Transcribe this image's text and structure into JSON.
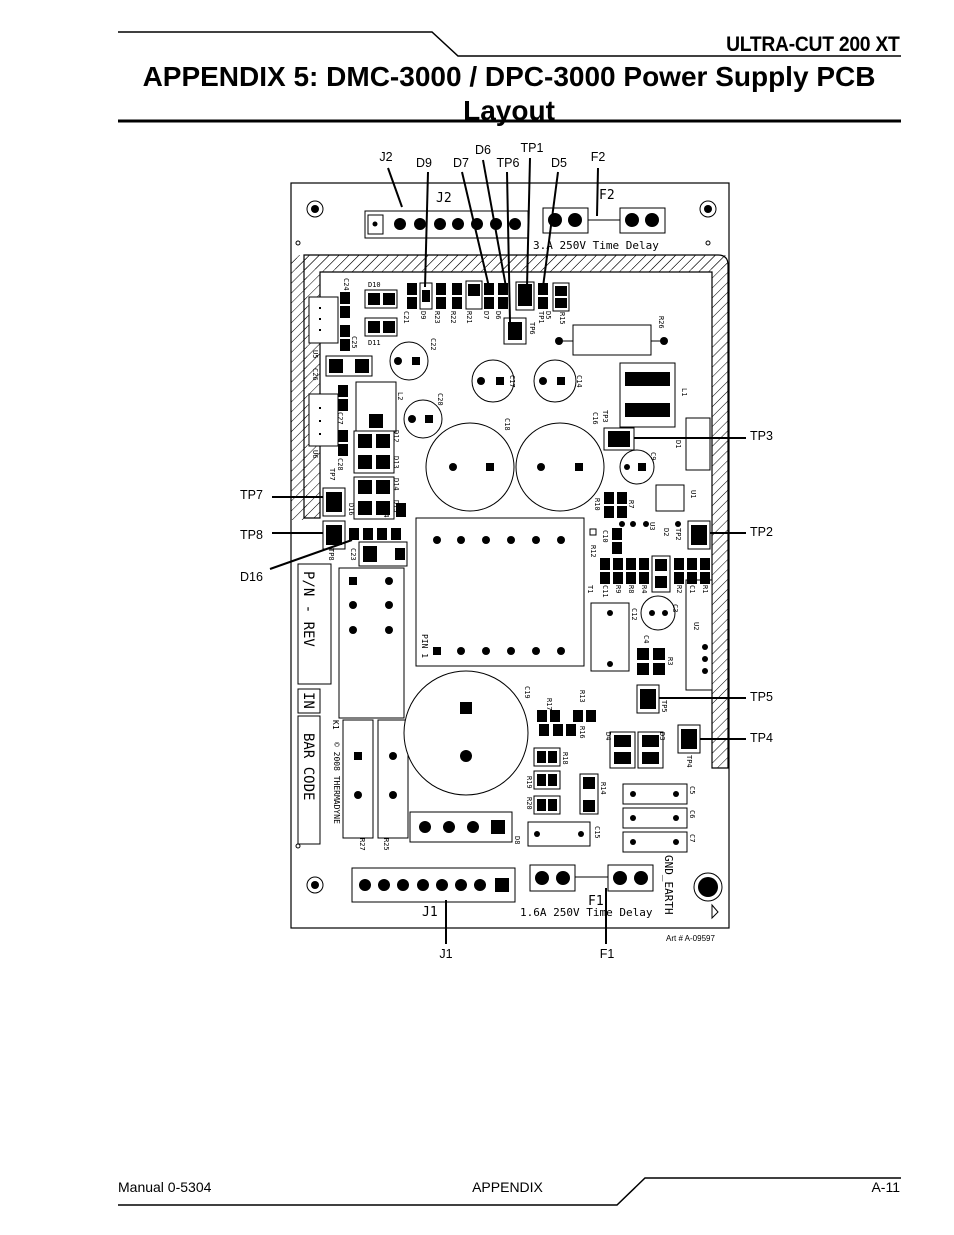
{
  "header": {
    "product": "ULTRA-CUT 200 XT",
    "title": "APPENDIX  5: DMC-3000 / DPC-3000 Power Supply PCB Layout"
  },
  "callouts": {
    "J2": "J2",
    "D9": "D9",
    "D7": "D7",
    "D6": "D6",
    "TP6": "TP6",
    "TP1": "TP1",
    "D5": "D5",
    "F2": "F2",
    "TP3": "TP3",
    "TP7": "TP7",
    "TP2": "TP2",
    "TP8": "TP8",
    "D16": "D16",
    "TP5": "TP5",
    "TP4": "TP4",
    "J1": "J1",
    "F1": "F1"
  },
  "board": {
    "j2_silk": "J2",
    "f2_silk": "F2",
    "fuse2_rating": "3.A  250V  Time  Delay",
    "j1_silk": "J1",
    "f1_silk": "F1",
    "fuse1_rating": "1.6A  250V  Time  Delay",
    "gnd_earth": "GND_EARTH",
    "pn_rev": "P/N  -  REV",
    "in_label": "IN",
    "bar_code": "BAR  CODE",
    "copyright": "© 2008  THERMADYNE",
    "pin1": "PIN  1",
    "k1": "K1",
    "art_number": "Art # A-09597",
    "component_labels": {
      "C24": "C24",
      "D10": "D10",
      "D11": "D11",
      "C25": "C25",
      "C21": "C21",
      "D9": "D9",
      "R23": "R23",
      "R22": "R22",
      "R21": "R21",
      "D7": "D7",
      "D6": "D6",
      "TP6": "TP6",
      "TP1": "TP1",
      "D5": "D5",
      "R15": "R15",
      "R26": "R26",
      "U5": "U5",
      "C26": "C26",
      "C22": "C22",
      "C17": "C17",
      "C14": "C14",
      "L1": "L1",
      "L2": "L2",
      "C20": "C20",
      "C18": "C18",
      "C16": "C16",
      "TP3": "TP3",
      "U6": "U6",
      "C27": "C27",
      "C28": "C28",
      "D12": "D12",
      "D13": "D13",
      "D14": "D14",
      "D15": "D15",
      "TP7": "TP7",
      "C9": "C9",
      "U1": "U1",
      "D1": "D1",
      "R10": "R10",
      "R7": "R7",
      "U3": "U3",
      "D2": "D2",
      "TP2": "TP2",
      "D16": "D16",
      "R24": "R24",
      "TP8": "TP8",
      "C23": "C23",
      "C10": "C10",
      "R12": "R12",
      "C11": "C11",
      "R9": "R9",
      "R8": "R8",
      "R4": "R4",
      "R2": "R2",
      "C1": "C1",
      "R1": "R1",
      "T1": "T1",
      "C12": "C12",
      "C3": "C3",
      "U2": "U2",
      "C4": "C4",
      "R3": "R3",
      "C19": "C19",
      "R17": "R17",
      "R13": "R13",
      "R16": "R16",
      "TP5": "TP5",
      "D4": "D4",
      "D3": "D3",
      "TP4": "TP4",
      "R18": "R18",
      "R14": "R14",
      "R19": "R19",
      "R20": "R20",
      "C5": "C5",
      "C6": "C6",
      "C7": "C7",
      "C15": "C15",
      "R27": "R27",
      "R25": "R25",
      "D8": "D8"
    }
  },
  "footer": {
    "manual": "Manual 0-5304",
    "section": "APPENDIX",
    "page": "A-11"
  }
}
